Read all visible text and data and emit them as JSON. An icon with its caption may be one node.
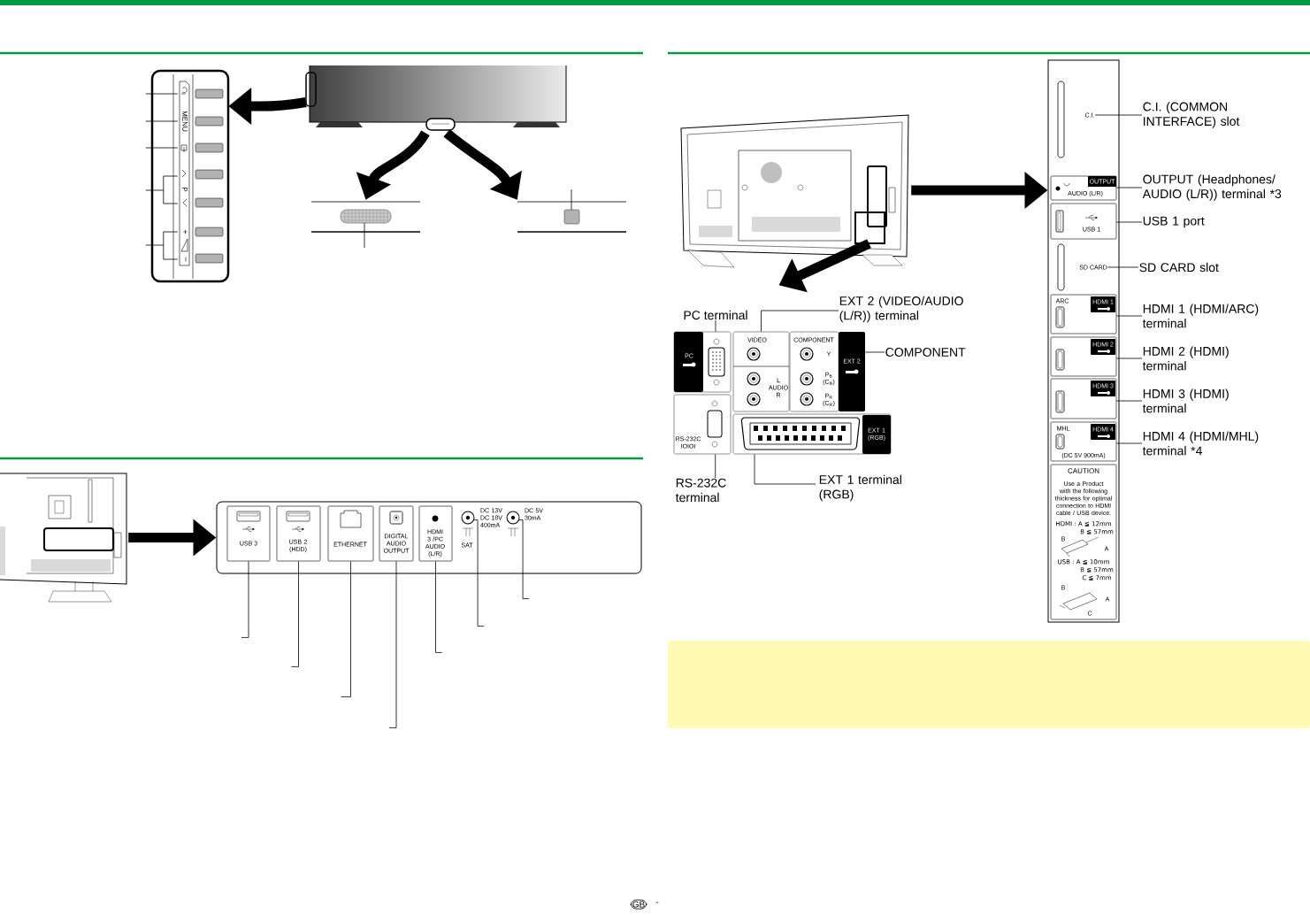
{
  "diagram": {
    "nodes": [
      {
        "text": [],
        "shape": "picture"
      },
      {
        "text": [],
        "shape": "picture"
      },
      {
        "text": [],
        "shape": "picture"
      },
      {
        "text": [],
        "shape": "picture"
      },
      {
        "text": [],
        "shape": "picture"
      },
      {
        "text": [],
        "shape": "box"
      },
      {
        "text": [
          "USB 3"
        ],
        "in": 5
      },
      {
        "text": [
          "USB 2 (HDD)"
        ],
        "in": 5
      },
      {
        "text": [
          "ETHERNET"
        ],
        "in": 5
      },
      {
        "text": [
          "DIGITAL AUDIO OUTPUT"
        ],
        "in": 5
      },
      {
        "text": [
          "HDMI 3 /PC AUDIO (L/R)"
        ],
        "in": 5
      },
      {
        "text": [],
        "shape": "circle",
        "in": 5,
        "beside": [
          "DC 13V DC 18V 400mA",
          "SAT"
        ]
      },
      {
        "text": [],
        "shape": "circle",
        "in": 5,
        "beside": [
          "DC 5V 30mA"
        ]
      },
      {
        "text": [],
        "shape": "picture"
      },
      {
        "text": [],
        "shape": "box"
      },
      {
        "text": [
          "C.I."
        ],
        "in": 14
      },
      {
        "text": [
          "OUTPUT",
          "AUDIO (L/R)"
        ],
        "in": 14
      },
      {
        "text": [
          "USB 1"
        ],
        "in": 14
      },
      {
        "text": [
          "SD CARD"
        ],
        "in": 14
      },
      {
        "text": [
          "ARC",
          "HDMI 1"
        ],
        "in": 14
      },
      {
        "text": [
          "HDMI 2"
        ],
        "in": 14
      },
      {
        "text": [
          "HDMI 3"
        ],
        "in": 14
      },
      {
        "text": [
          "MHL",
          "HDMI 4",
          "(DC 5V 900mA)"
        ],
        "in": 14
      },
      {
        "text": [
          "CAUTION",
          "Use a Product with the following thickness for optimal connection to HDMI cable / USB device.",
          "HDMI : A ≦ 12mm",
          "B ≦ 57mm",
          "B",
          "A",
          "USB : A ≦ 10mm",
          "B ≦ 57mm",
          "C ≦ 7mm",
          "B",
          "A",
          "C"
        ],
        "in": 14
      },
      {
        "text": [
          "C.I. (COMMON INTERFACE) slot"
        ]
      },
      {
        "text": [
          "OUTPUT (Headphones/ AUDIO (L/R)) terminal *3"
        ]
      },
      {
        "text": [
          "USB 1 port"
        ]
      },
      {
        "text": [
          "SD CARD slot"
        ]
      },
      {
        "text": [
          "HDMI 1 (HDMI/ARC) terminal"
        ]
      },
      {
        "text": [
          "HDMI 2 (HDMI) terminal"
        ]
      },
      {
        "text": [
          "HDMI 3 (HDMI) terminal"
        ]
      },
      {
        "text": [
          "HDMI 4 (HDMI/MHL) terminal *4"
        ]
      },
      {
        "text": [
          "PC"
        ]
      },
      {
        "text": [
          "VIDEO",
          "L AUDIO R"
        ]
      },
      {
        "text": [
          "COMPONENT",
          "Y",
          "P$_{B}$ (C$_{B}$)",
          "P$_{R}$ (C$_{R}$)"
        ]
      },
      {
        "text": [
          "EXT 2"
        ]
      },
      {
        "text": [
          "RS-232C IOIOI"
        ]
      },
      {
        "text": [
          "EXT 1 (RGB)"
        ]
      },
      {
        "text": [
          "PC terminal"
        ]
      },
      {
        "text": [
          "EXT 2 (VIDEO/AUDIO (L/R)) terminal"
        ]
      },
      {
        "text": [
          "COMPONENT"
        ]
      },
      {
        "text": [
          "RS-232C terminal"
        ]
      },
      {
        "text": [
          "EXT 1 terminal (RGB)"
        ]
      },
      {
        "text": [
          "GB"
        ]
      },
      {
        "text": [],
        "shape": "box"
      }
    ],
    "edges": [
      {
        "from": 0,
        "to": 1,
        "arrow": "to",
        "style": "thick"
      },
      {
        "from": 0,
        "to": 2,
        "arrow": "to",
        "style": "thick"
      },
      {
        "from": 0,
        "to": 3,
        "arrow": "to",
        "style": "thick"
      },
      {
        "from": 4,
        "to": 5,
        "arrow": "to",
        "style": "thick"
      },
      {
        "from": 6,
        "to": null,
        "arrow": "none"
      },
      {
        "from": 7,
        "to": null,
        "arrow": "none"
      },
      {
        "from": 8,
        "to": null,
        "arrow": "none"
      },
      {
        "from": 9,
        "to": null,
        "arrow": "none"
      },
      {
        "from": 10,
        "to": null,
        "arrow": "none"
      },
      {
        "from": 11,
        "to": null,
        "arrow": "none"
      },
      {
        "from": 12,
        "to": null,
        "arrow": "none"
      },
      {
        "from": 13,
        "to": 14,
        "arrow": "to",
        "style": "thick"
      },
      {
        "from": 13,
        "to": null,
        "arrow": "to",
        "style": "thick"
      },
      {
        "from": 24,
        "to": 15,
        "arrow": "none"
      },
      {
        "from": 25,
        "to": 16,
        "arrow": "none"
      },
      {
        "from": 26,
        "to": 17,
        "arrow": "none"
      },
      {
        "from": 27,
        "to": 18,
        "arrow": "none"
      },
      {
        "from": 28,
        "to": 19,
        "arrow": "none"
      },
      {
        "from": 29,
        "to": 20,
        "arrow": "none"
      },
      {
        "from": 30,
        "to": 21,
        "arrow": "none"
      },
      {
        "from": 31,
        "to": 22,
        "arrow": "none"
      },
      {
        "from": 38,
        "to": 32,
        "arrow": "none"
      },
      {
        "from": 39,
        "to": 33,
        "arrow": "none"
      },
      {
        "from": 40,
        "to": 35,
        "arrow": "none"
      },
      {
        "from": 41,
        "to": 36,
        "arrow": "none"
      },
      {
        "from": 42,
        "to": 37,
        "arrow": "none"
      },
      {
        "from": 1,
        "to": null,
        "arrow": "none"
      },
      {
        "from": 1,
        "to": null,
        "arrow": "none"
      },
      {
        "from": 1,
        "to": null,
        "arrow": "none"
      },
      {
        "from": 1,
        "to": null,
        "arrow": "none"
      },
      {
        "from": 1,
        "to": null,
        "arrow": "none"
      },
      {
        "from": 2,
        "to": null,
        "arrow": "none"
      },
      {
        "from": 3,
        "to": null,
        "arrow": "none"
      }
    ],
    "labels": [
      "MENU",
      "P",
      "+",
      "–",
      "-"
    ]
  }
}
